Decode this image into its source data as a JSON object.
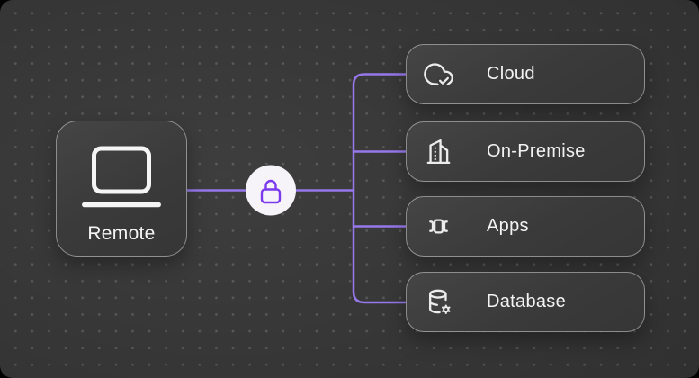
{
  "diagram": {
    "source": {
      "label": "Remote",
      "icon": "laptop-icon"
    },
    "hub": {
      "icon": "lock-icon",
      "meaning": "secure-connection"
    },
    "targets": [
      {
        "label": "Cloud",
        "icon": "cloud-check-icon"
      },
      {
        "label": "On-Premise",
        "icon": "building-icon"
      },
      {
        "label": "Apps",
        "icon": "apps-carousel-icon"
      },
      {
        "label": "Database",
        "icon": "database-gear-icon"
      }
    ],
    "colors": {
      "outer_bg": "#000000",
      "panel_bg": "#2F2F2F",
      "accent_line": "#9678EB",
      "lock": "#7C3AED",
      "hub_circle_fill": "#F6F4F8",
      "card_border": "rgba(255,255,255,0.42)",
      "text": "#F4F4F4"
    }
  }
}
